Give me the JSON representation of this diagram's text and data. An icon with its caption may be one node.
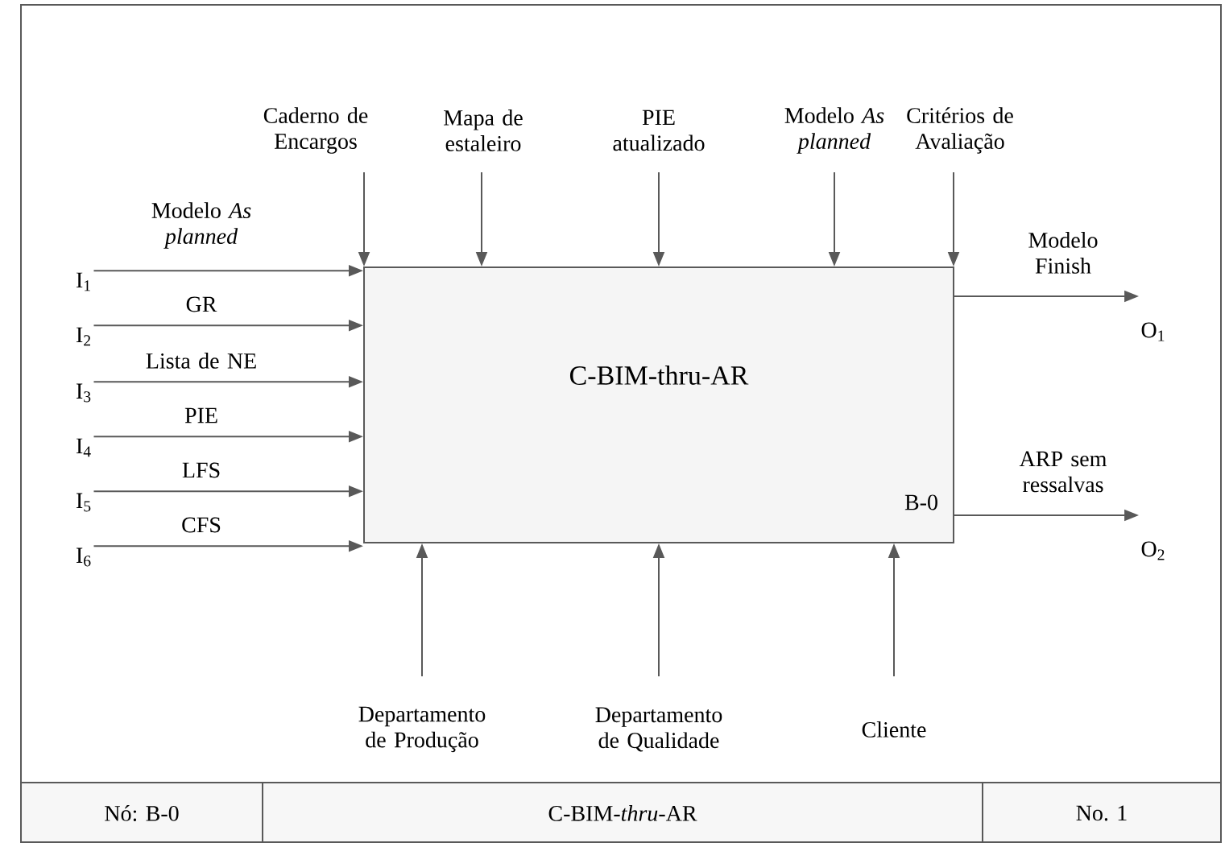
{
  "diagram": {
    "nodes": [
      {
        "text": [
          "C-BIM-thru-AR",
          "B-0"
        ]
      },
      {
        "text": [
          "I$_{1}$"
        ]
      },
      {
        "text": [
          "I$_{2}$"
        ]
      },
      {
        "text": [
          "I$_{3}$"
        ]
      },
      {
        "text": [
          "I$_{4}$"
        ]
      },
      {
        "text": [
          "I$_{5}$"
        ]
      },
      {
        "text": [
          "I$_{6}$"
        ]
      },
      {
        "text": [
          "O$_{1}$"
        ]
      },
      {
        "text": [
          "O$_{2}$"
        ]
      }
    ],
    "edges": [
      {
        "from": 1,
        "to": 0,
        "arrow": "to",
        "label": "Modelo *As planned*"
      },
      {
        "from": 2,
        "to": 0,
        "arrow": "to",
        "label": "GR"
      },
      {
        "from": 3,
        "to": 0,
        "arrow": "to",
        "label": "Lista de NE"
      },
      {
        "from": 4,
        "to": 0,
        "arrow": "to",
        "label": "PIE"
      },
      {
        "from": 5,
        "to": 0,
        "arrow": "to",
        "label": "LFS"
      },
      {
        "from": 6,
        "to": 0,
        "arrow": "to",
        "label": "CFS"
      },
      {
        "from": null,
        "to": 0,
        "arrow": "to",
        "label": "Caderno de Encargos"
      },
      {
        "from": null,
        "to": 0,
        "arrow": "to",
        "label": "Mapa de estaleiro"
      },
      {
        "from": null,
        "to": 0,
        "arrow": "to",
        "label": "PIE atualizado"
      },
      {
        "from": null,
        "to": 0,
        "arrow": "to",
        "label": "Modelo *As planned*"
      },
      {
        "from": null,
        "to": 0,
        "arrow": "to",
        "label": "Critérios de Avaliação"
      },
      {
        "from": 0,
        "to": 7,
        "arrow": "to",
        "label": "Modelo Finish"
      },
      {
        "from": 0,
        "to": 8,
        "arrow": "to",
        "label": "ARP sem ressalvas"
      },
      {
        "from": null,
        "to": 0,
        "arrow": "to",
        "label": "Departamento de Produção"
      },
      {
        "from": null,
        "to": 0,
        "arrow": "to",
        "label": "Departamento de Qualidade"
      },
      {
        "from": null,
        "to": 0,
        "arrow": "to",
        "label": "Cliente"
      }
    ],
    "labels": [
      "Nó: B-0",
      "C-BIM-*thru*-AR",
      "No. 1"
    ]
  }
}
